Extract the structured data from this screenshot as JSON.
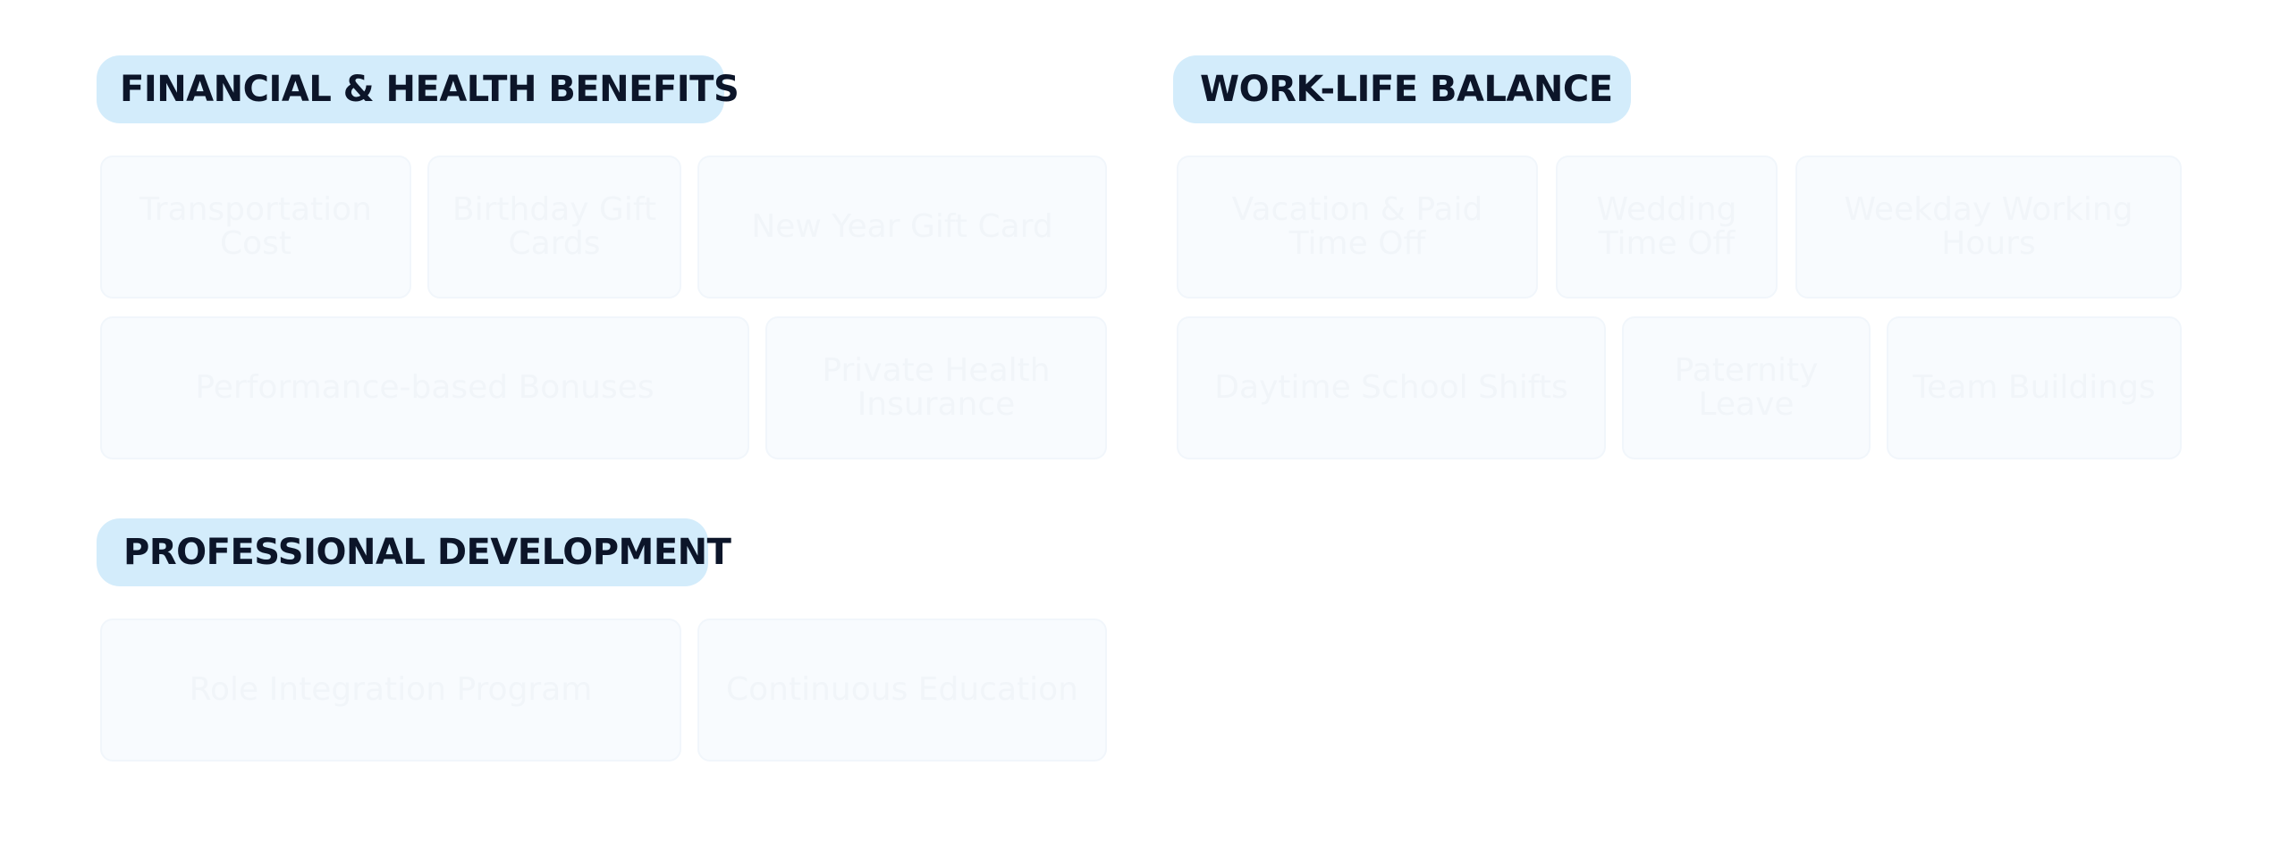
{
  "financial": {
    "title": "FINANCIAL & HEALTH BENEFITS",
    "items": [
      {
        "label": "Transportation Cost"
      },
      {
        "label": "Birthday Gift Cards"
      },
      {
        "label": "New Year Gift Card"
      },
      {
        "label": "Performance-based Bonuses"
      },
      {
        "label": "Private Health Insurance"
      }
    ]
  },
  "worklife": {
    "title": "WORK-LIFE BALANCE",
    "items": [
      {
        "label": "Vacation & Paid Time Off"
      },
      {
        "label": "Wedding Time Off"
      },
      {
        "label": "Weekday Working Hours"
      },
      {
        "label": "Daytime School Shifts"
      },
      {
        "label": "Paternity Leave"
      },
      {
        "label": "Team Buildings"
      }
    ]
  },
  "professional": {
    "title": "PROFESSIONAL DEVELOPMENT",
    "items": [
      {
        "label": "Role Integration Program"
      },
      {
        "label": "Continuous Education"
      }
    ]
  }
}
